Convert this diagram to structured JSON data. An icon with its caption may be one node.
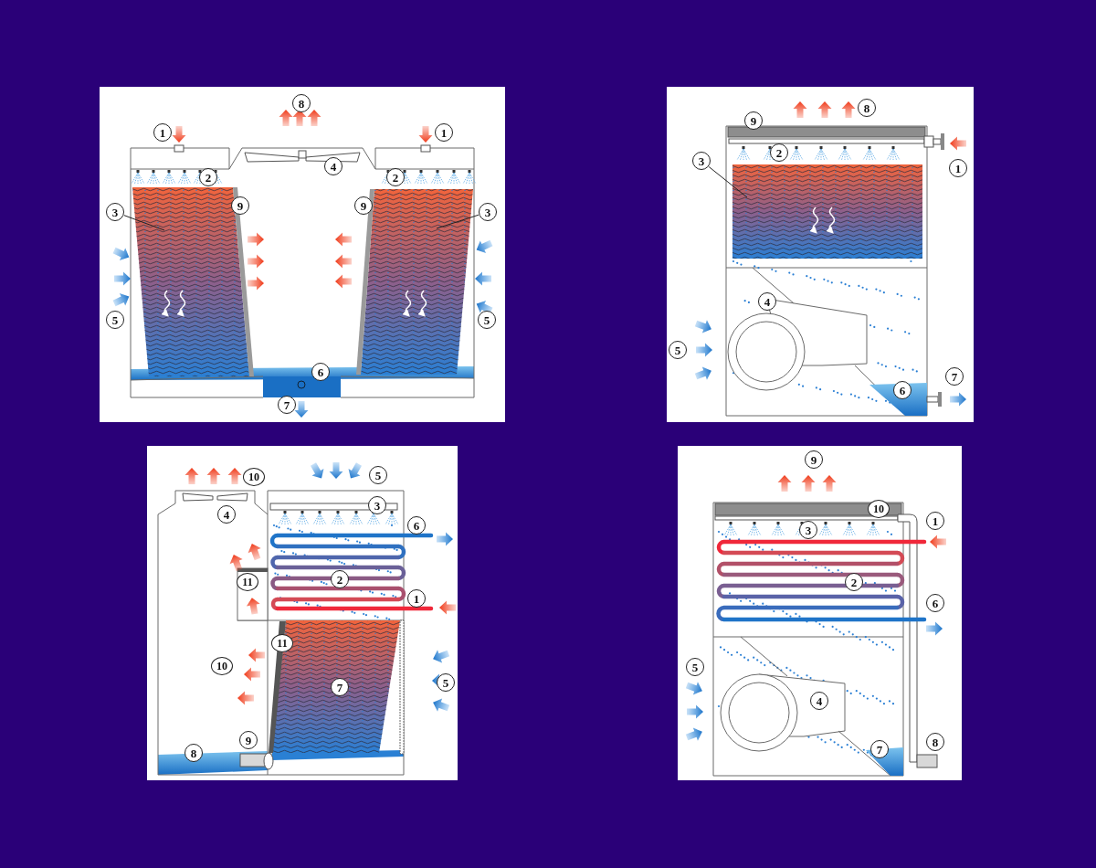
{
  "diagram": {
    "nodes": [
      {
        "text": [
          "8"
        ]
      },
      {
        "text": [
          "1"
        ]
      },
      {
        "text": [
          "1"
        ]
      },
      {
        "text": [
          "4"
        ]
      },
      {
        "text": [
          "2"
        ]
      },
      {
        "text": [
          "2"
        ]
      },
      {
        "text": [
          "3"
        ]
      },
      {
        "text": [
          "9"
        ]
      },
      {
        "text": [
          "9"
        ]
      },
      {
        "text": [
          "3"
        ]
      },
      {
        "text": [
          "5"
        ]
      },
      {
        "text": [
          "5"
        ]
      },
      {
        "text": [
          "6"
        ]
      },
      {
        "text": [
          "7"
        ]
      },
      {
        "text": [
          "8"
        ]
      },
      {
        "text": [
          "9"
        ]
      },
      {
        "text": [
          "2"
        ]
      },
      {
        "text": [
          "3"
        ]
      },
      {
        "text": [
          "1"
        ]
      },
      {
        "text": [
          "4"
        ]
      },
      {
        "text": [
          "5"
        ]
      },
      {
        "text": [
          "7"
        ]
      },
      {
        "text": [
          "6"
        ]
      },
      {
        "text": [
          "10"
        ]
      },
      {
        "text": [
          "5"
        ]
      },
      {
        "text": [
          "3"
        ]
      },
      {
        "text": [
          "4"
        ]
      },
      {
        "text": [
          "6"
        ]
      },
      {
        "text": [
          "11"
        ]
      },
      {
        "text": [
          "2"
        ]
      },
      {
        "text": [
          "1"
        ]
      },
      {
        "text": [
          "11"
        ]
      },
      {
        "text": [
          "10"
        ]
      },
      {
        "text": [
          "5"
        ]
      },
      {
        "text": [
          "7"
        ]
      },
      {
        "text": [
          "9"
        ]
      },
      {
        "text": [
          "8"
        ]
      },
      {
        "text": [
          "9"
        ]
      },
      {
        "text": [
          "10"
        ]
      },
      {
        "text": [
          "1"
        ]
      },
      {
        "text": [
          "3"
        ]
      },
      {
        "text": [
          "2"
        ]
      },
      {
        "text": [
          "6"
        ]
      },
      {
        "text": [
          "5"
        ]
      },
      {
        "text": [
          "4"
        ]
      },
      {
        "text": [
          "8"
        ]
      },
      {
        "text": [
          "7"
        ]
      }
    ],
    "edges": [
      {
        "from": 6,
        "to": null,
        "arrow": "none"
      },
      {
        "from": 9,
        "to": null,
        "arrow": "none"
      },
      {
        "from": 17,
        "to": null,
        "arrow": "none"
      }
    ]
  }
}
